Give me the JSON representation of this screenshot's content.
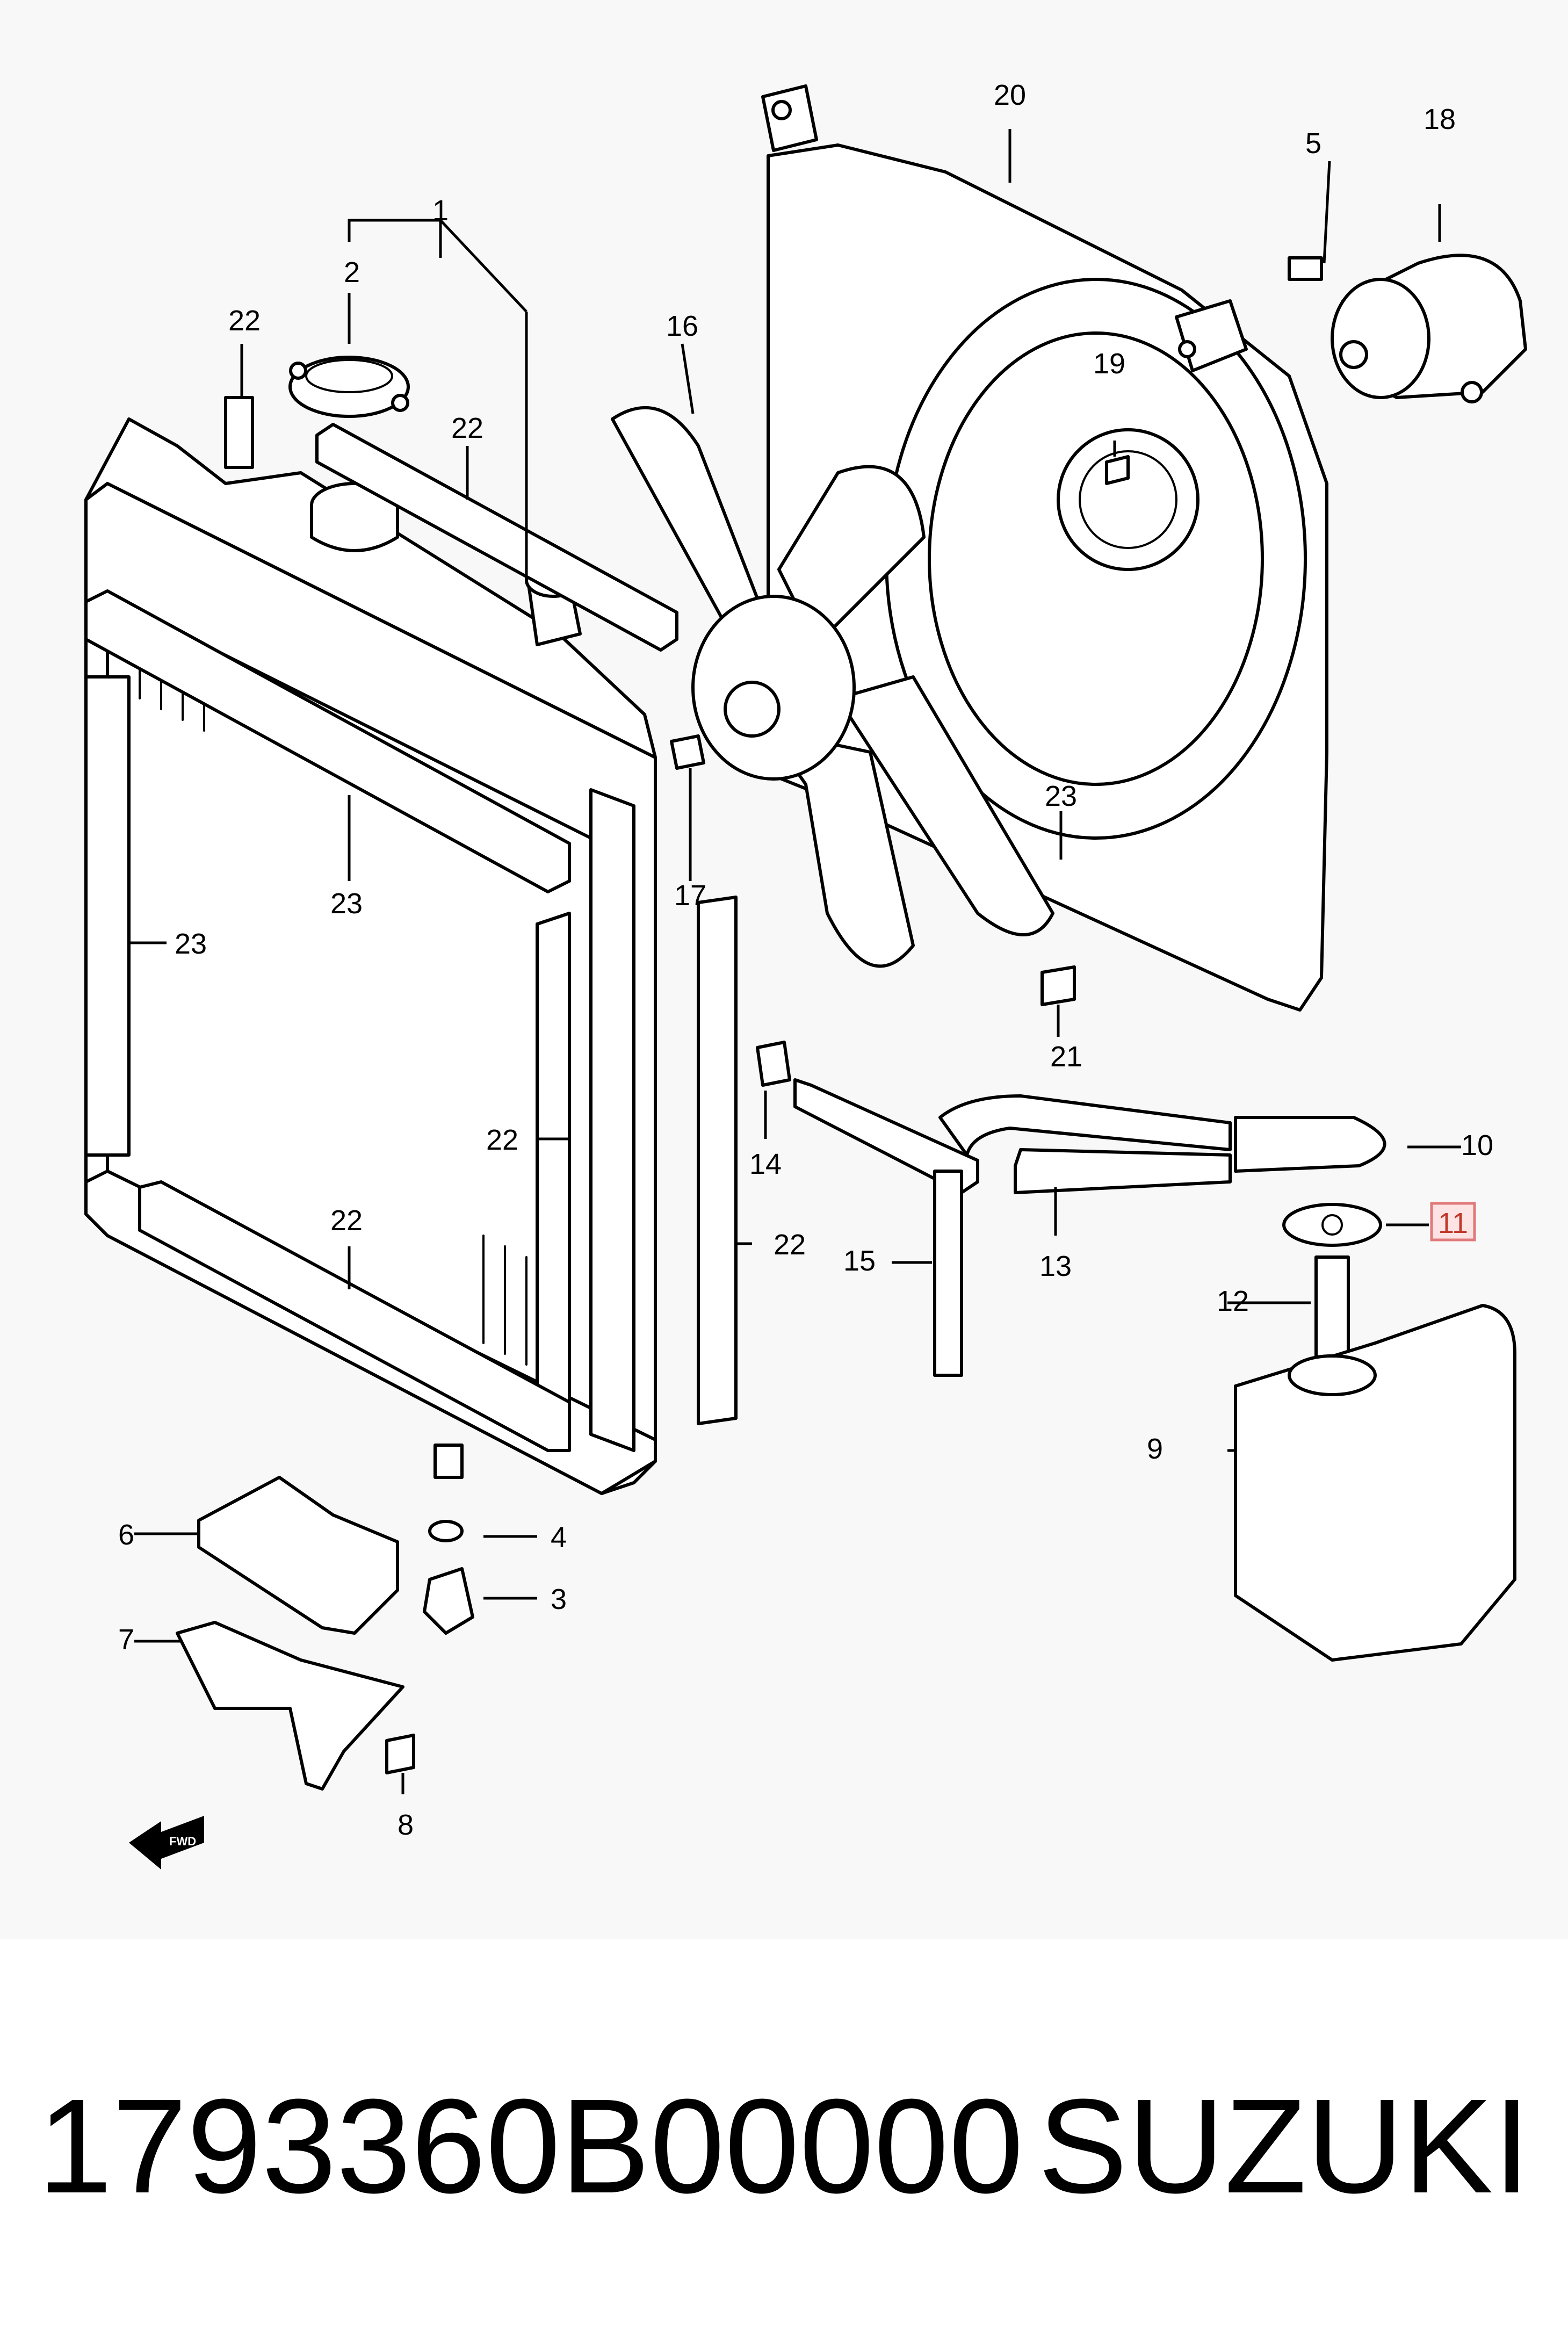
{
  "diagram": {
    "callouts": [
      {
        "id": "c1",
        "text": "1"
      },
      {
        "id": "c2",
        "text": "2"
      },
      {
        "id": "c3",
        "text": "3"
      },
      {
        "id": "c4",
        "text": "4"
      },
      {
        "id": "c5",
        "text": "5"
      },
      {
        "id": "c6",
        "text": "6"
      },
      {
        "id": "c7",
        "text": "7"
      },
      {
        "id": "c8",
        "text": "8"
      },
      {
        "id": "c9",
        "text": "9"
      },
      {
        "id": "c10",
        "text": "10"
      },
      {
        "id": "c11",
        "text": "11"
      },
      {
        "id": "c12",
        "text": "12"
      },
      {
        "id": "c13",
        "text": "13"
      },
      {
        "id": "c14",
        "text": "14"
      },
      {
        "id": "c15",
        "text": "15"
      },
      {
        "id": "c16",
        "text": "16"
      },
      {
        "id": "c17",
        "text": "17"
      },
      {
        "id": "c18",
        "text": "18"
      },
      {
        "id": "c19",
        "text": "19"
      },
      {
        "id": "c20",
        "text": "20"
      },
      {
        "id": "c21",
        "text": "21"
      },
      {
        "id": "c22a",
        "text": "22"
      },
      {
        "id": "c22b",
        "text": "22"
      },
      {
        "id": "c22c",
        "text": "22"
      },
      {
        "id": "c22d",
        "text": "22"
      },
      {
        "id": "c22e",
        "text": "22"
      },
      {
        "id": "c23a",
        "text": "23"
      },
      {
        "id": "c23b",
        "text": "23"
      },
      {
        "id": "c23c",
        "text": "23"
      }
    ],
    "highlighted_callout": "11",
    "fwd_arrow_label": "FWD",
    "highlight_color": "#e07a7a"
  },
  "footer": {
    "part_number": "1793360B00000",
    "brand": "SUZUKI"
  }
}
